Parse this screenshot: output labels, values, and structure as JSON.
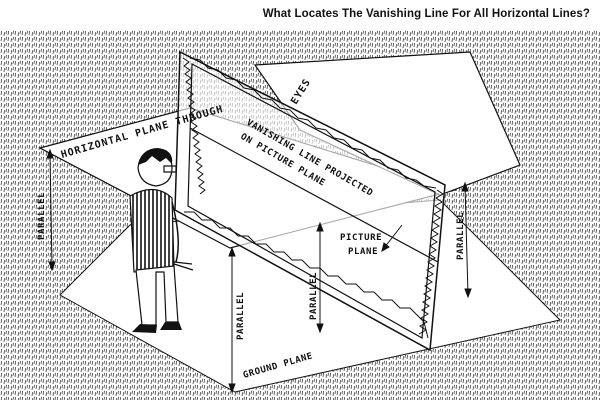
{
  "title": "What Locates The Vanishing Line For All Horizontal Lines?",
  "labels": {
    "horizontal_plane": "HORIZONTAL PLANE THROUGH",
    "eyes": "EYES",
    "vanishing_line_1": "VANISHING LINE PROJECTED",
    "vanishing_line_2": "ON PICTURE PLANE",
    "picture_plane_1": "PICTURE",
    "picture_plane_2": "PLANE",
    "ground_plane": "GROUND PLANE",
    "parallel_left": "PARALLEL",
    "parallel_center": "PARALLEL",
    "parallel_frame": "PARALLEL",
    "parallel_right": "PARALLEL"
  },
  "colors": {
    "ink": "#111111",
    "paper": "#ffffff"
  }
}
